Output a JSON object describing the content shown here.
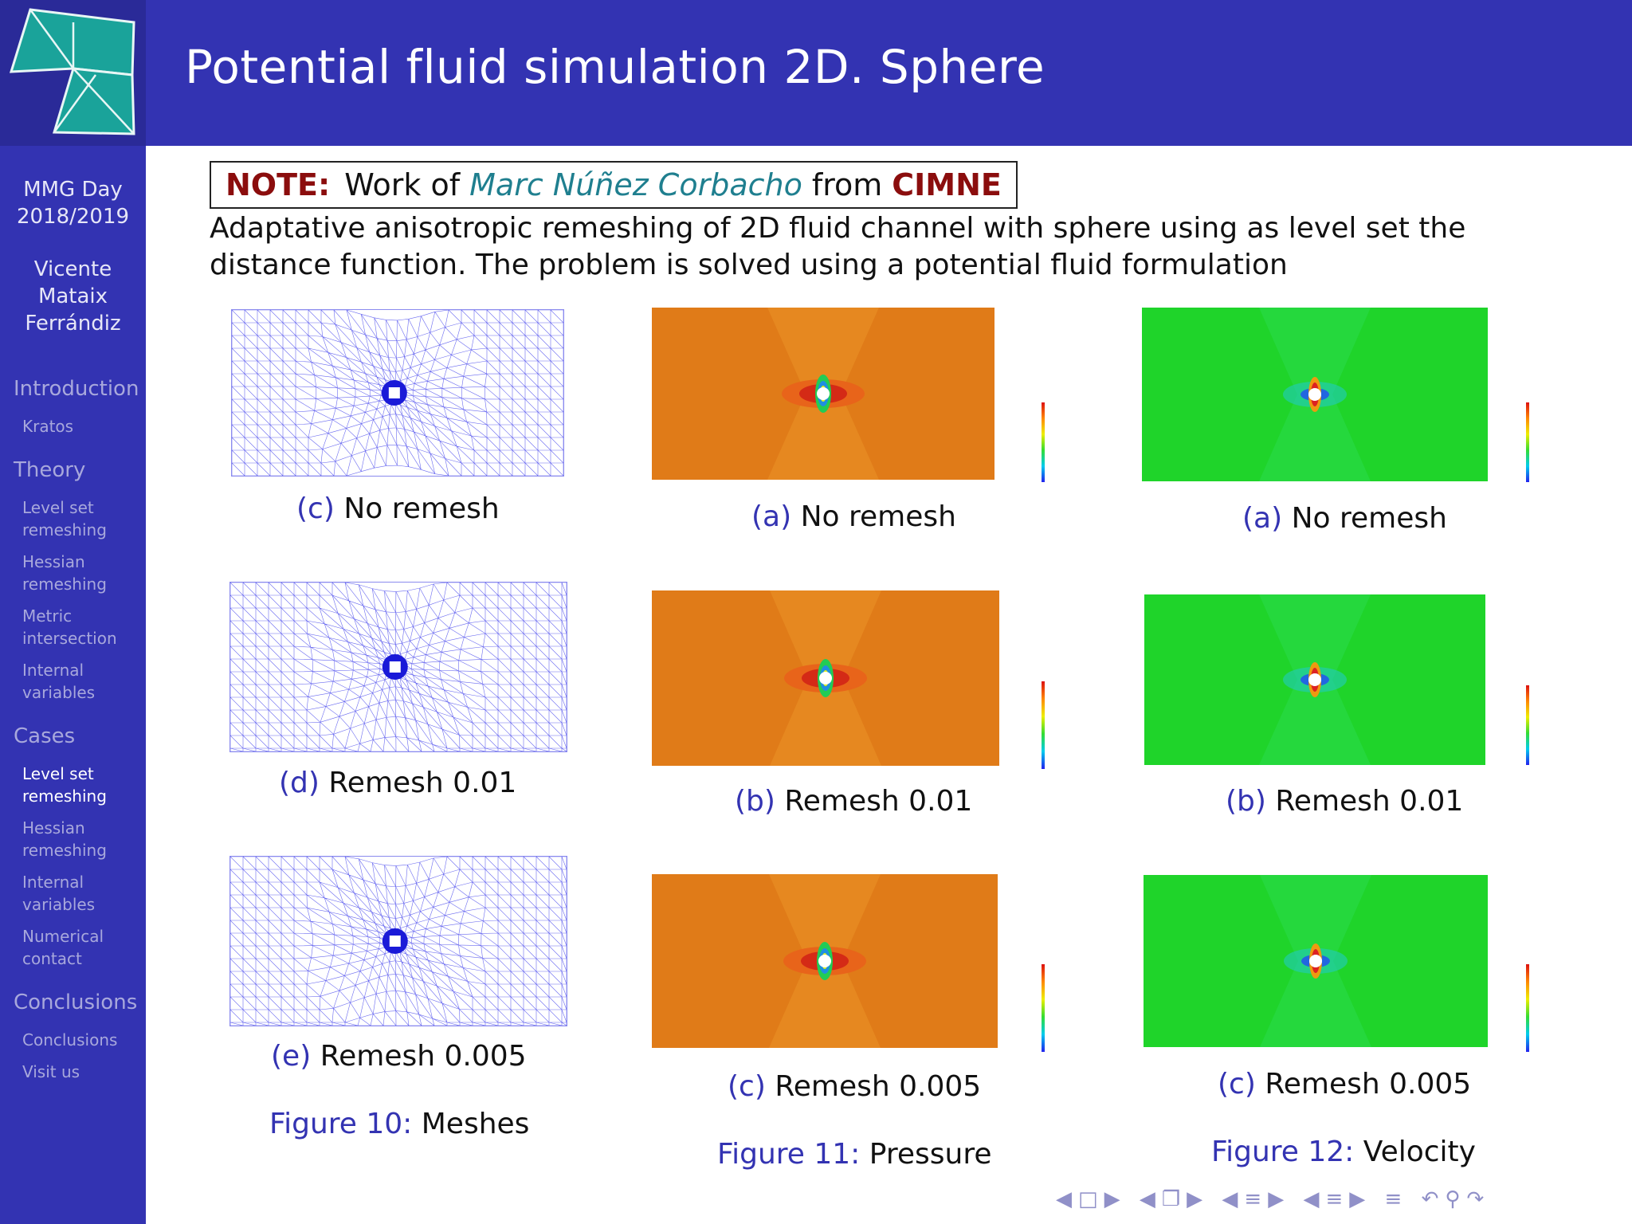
{
  "header": {
    "title": "Potential fluid simulation 2D. Sphere"
  },
  "sidebar": {
    "event": "MMG Day\n2018/2019",
    "author": "Vicente\nMataix\nFerrándiz",
    "sections": [
      {
        "label": "Introduction",
        "items": [
          "Kratos"
        ]
      },
      {
        "label": "Theory",
        "items": [
          "Level set remeshing",
          "Hessian remeshing",
          "Metric intersection",
          "Internal variables"
        ]
      },
      {
        "label": "Cases",
        "items": [
          "Level set remeshing",
          "Hessian remeshing",
          "Internal variables",
          "Numerical contact"
        ]
      },
      {
        "label": "Conclusions",
        "items": [
          "Conclusions",
          "Visit us"
        ]
      }
    ]
  },
  "note": {
    "label": "NOTE:",
    "prefix": "Work of",
    "person": "Marc Núñez Corbacho",
    "mid": "from",
    "org": "CIMNE"
  },
  "intro": "Adaptative anisotropic remeshing of 2D fluid channel with sphere using as level set the distance function. The problem is solved using a potential fluid formulation",
  "colors": {
    "accent": "#3333b2",
    "pressure_bg": "#e07b18",
    "velocity_bg": "#1fd42a",
    "mesh_line": "#6a6af0"
  },
  "figures": {
    "meshes": {
      "captions": [
        {
          "tag": "(c)",
          "text": "No remesh"
        },
        {
          "tag": "(d)",
          "text": "Remesh 0.01"
        },
        {
          "tag": "(e)",
          "text": "Remesh 0.005"
        }
      ],
      "figure_label": "Figure 10:",
      "figure_text": "Meshes"
    },
    "pressure": {
      "captions": [
        {
          "tag": "(a)",
          "text": "No remesh"
        },
        {
          "tag": "(b)",
          "text": "Remesh 0.01"
        },
        {
          "tag": "(c)",
          "text": "Remesh 0.005"
        }
      ],
      "figure_label": "Figure 11:",
      "figure_text": "Pressure"
    },
    "velocity": {
      "captions": [
        {
          "tag": "(a)",
          "text": "No remesh"
        },
        {
          "tag": "(b)",
          "text": "Remesh 0.01"
        },
        {
          "tag": "(c)",
          "text": "Remesh 0.005"
        }
      ],
      "figure_label": "Figure 12:",
      "figure_text": "Velocity"
    }
  },
  "navbar": {
    "icons": [
      "nav-prev-icon",
      "slide-icon",
      "nav-next-icon",
      "nav-prev-icon",
      "frame-icon",
      "nav-next-icon",
      "nav-prev-icon",
      "section-icon",
      "nav-next-icon",
      "nav-prev-icon",
      "subsection-icon",
      "nav-next-icon",
      "align-icon",
      "undo-icon",
      "search-icon",
      "redo-icon"
    ]
  }
}
